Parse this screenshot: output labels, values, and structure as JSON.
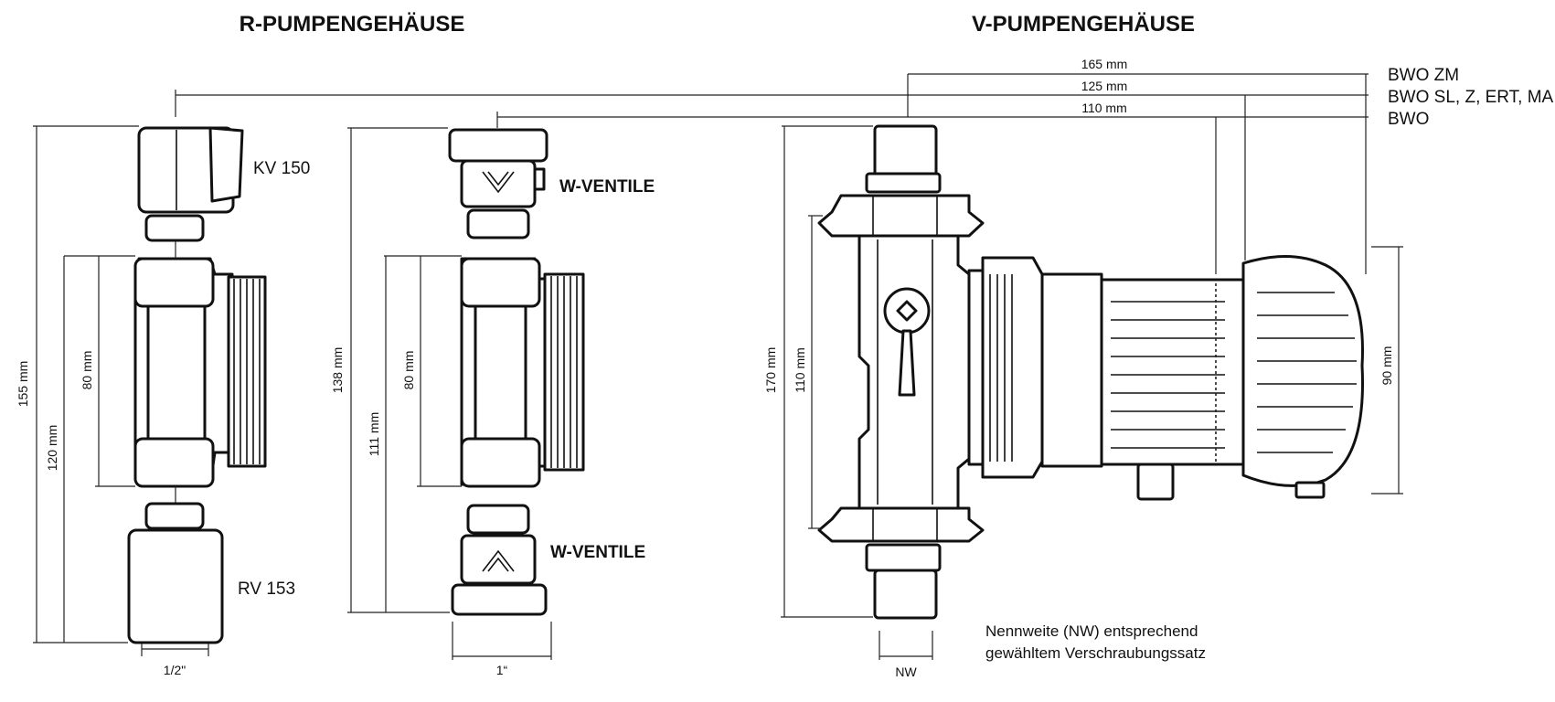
{
  "titles": {
    "r_housing": "R-PUMPENGEHÄUSE",
    "v_housing": "V-PUMPENGEHÄUSE"
  },
  "r_housing": {
    "top_part": "KV 150",
    "bottom_part": "RV 153",
    "dims": {
      "total": "155 mm",
      "outer": "120 mm",
      "inner": "80 mm",
      "thread": "1/2\""
    }
  },
  "w_valves": {
    "top_label": "W-VENTILE",
    "bottom_label": "W-VENTILE",
    "dims": {
      "total": "138 mm",
      "outer": "111 mm",
      "inner": "80 mm",
      "thread": "1“"
    }
  },
  "v_housing": {
    "dims": {
      "total": "170 mm",
      "inner": "110 mm",
      "motor_height": "90 mm",
      "nw": "NW"
    },
    "motor_lengths": [
      {
        "value": "165 mm",
        "model": "BWO ZM"
      },
      {
        "value": "125 mm",
        "model": "BWO SL, Z, ERT, MA"
      },
      {
        "value": "110 mm",
        "model": "BWO"
      }
    ],
    "note_line1": "Nennweite (NW) entsprechend",
    "note_line2": "gewähltem Verschraubungssatz"
  }
}
